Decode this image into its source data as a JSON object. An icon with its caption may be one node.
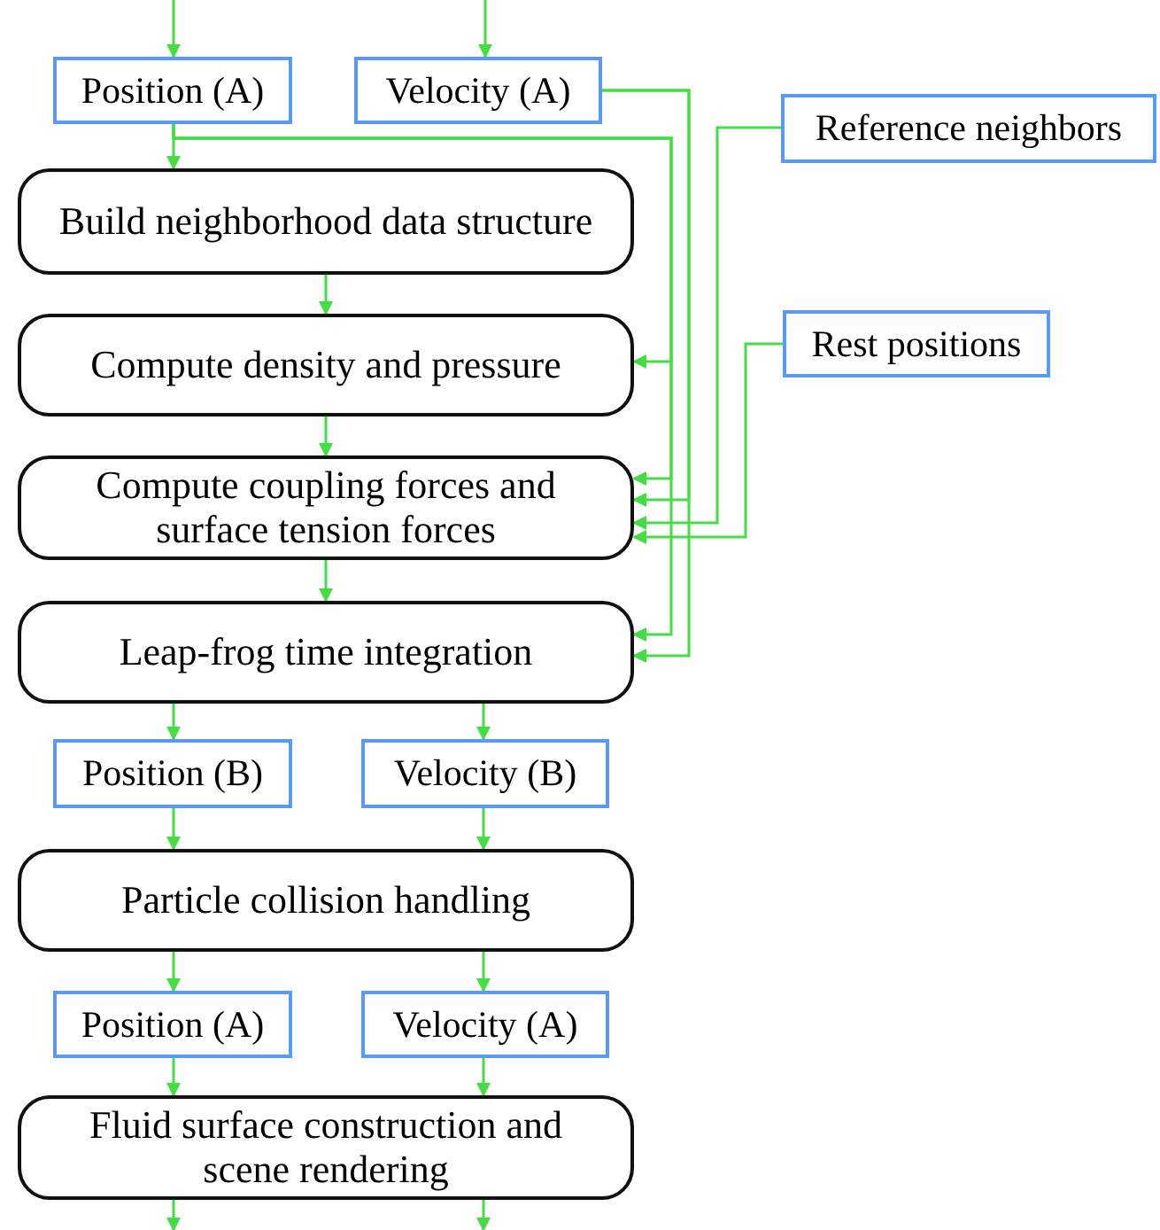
{
  "diagram": {
    "nodes": [
      {
        "text": [
          "Position (A)"
        ]
      },
      {
        "text": [
          "Velocity (A)"
        ]
      },
      {
        "text": [
          "Reference neighbors"
        ]
      },
      {
        "text": [
          "Build neighborhood data structure"
        ]
      },
      {
        "text": [
          "Compute density and pressure"
        ]
      },
      {
        "text": [
          "Rest positions"
        ]
      },
      {
        "text": [
          "Compute coupling forces and surface tension forces"
        ]
      },
      {
        "text": [
          "Leap-frog time integration"
        ]
      },
      {
        "text": [
          "Position (B)"
        ]
      },
      {
        "text": [
          "Velocity (B)"
        ]
      },
      {
        "text": [
          "Particle collision handling"
        ]
      },
      {
        "text": [
          "Position (A)"
        ]
      },
      {
        "text": [
          "Velocity (A)"
        ]
      },
      {
        "text": [
          "Fluid surface construction and scene rendering"
        ]
      }
    ],
    "edges": [
      {
        "from": null,
        "to": 0,
        "arrow": "to"
      },
      {
        "from": null,
        "to": 1,
        "arrow": "to"
      },
      {
        "from": 0,
        "to": 3,
        "arrow": "to"
      },
      {
        "from": 0,
        "to": 4,
        "arrow": "to"
      },
      {
        "from": 0,
        "to": 6,
        "arrow": "to"
      },
      {
        "from": 0,
        "to": 7,
        "arrow": "to"
      },
      {
        "from": 1,
        "to": 6,
        "arrow": "to"
      },
      {
        "from": 1,
        "to": 7,
        "arrow": "to"
      },
      {
        "from": 2,
        "to": 6,
        "arrow": "to"
      },
      {
        "from": 5,
        "to": 6,
        "arrow": "to"
      },
      {
        "from": 3,
        "to": 4,
        "arrow": "to"
      },
      {
        "from": 4,
        "to": 6,
        "arrow": "to"
      },
      {
        "from": 6,
        "to": 7,
        "arrow": "to"
      },
      {
        "from": 7,
        "to": 8,
        "arrow": "to"
      },
      {
        "from": 7,
        "to": 9,
        "arrow": "to"
      },
      {
        "from": 8,
        "to": 10,
        "arrow": "to"
      },
      {
        "from": 9,
        "to": 10,
        "arrow": "to"
      },
      {
        "from": 10,
        "to": 11,
        "arrow": "to"
      },
      {
        "from": 10,
        "to": 12,
        "arrow": "to"
      },
      {
        "from": 11,
        "to": 13,
        "arrow": "to"
      },
      {
        "from": 12,
        "to": 13,
        "arrow": "to"
      },
      {
        "from": 13,
        "to": null,
        "arrow": "to"
      },
      {
        "from": 13,
        "to": null,
        "arrow": "to"
      }
    ]
  }
}
